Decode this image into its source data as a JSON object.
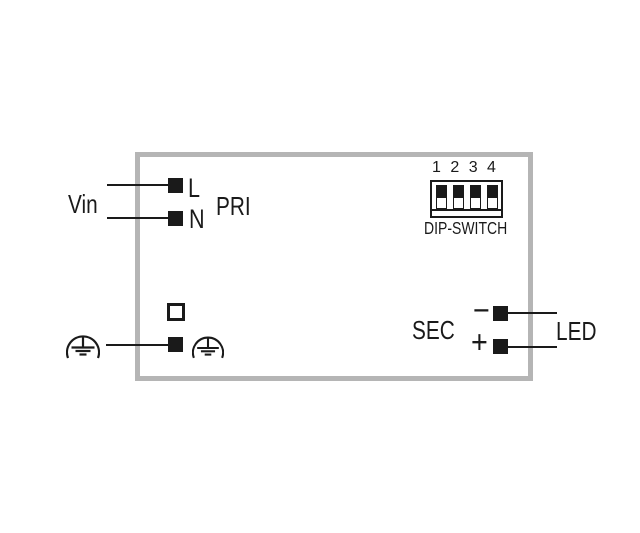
{
  "colors": {
    "background": "#ffffff",
    "device_border": "#b5b5b5",
    "line_and_text": "#1a1a1a"
  },
  "device": {
    "primary_section_label": "PRI",
    "secondary_section_label": "SEC"
  },
  "input": {
    "source_label": "Vin",
    "line_terminal_label": "L",
    "neutral_terminal_label": "N"
  },
  "dip_switch": {
    "label": "DIP-SWITCH",
    "position_labels": [
      "1",
      "2",
      "3",
      "4"
    ],
    "switch_states": [
      "up",
      "up",
      "up",
      "up"
    ]
  },
  "output": {
    "negative_label": "−",
    "positive_label": "+",
    "load_label": "LED"
  },
  "icons": {
    "earth_ground": "earth-ground-icon"
  }
}
